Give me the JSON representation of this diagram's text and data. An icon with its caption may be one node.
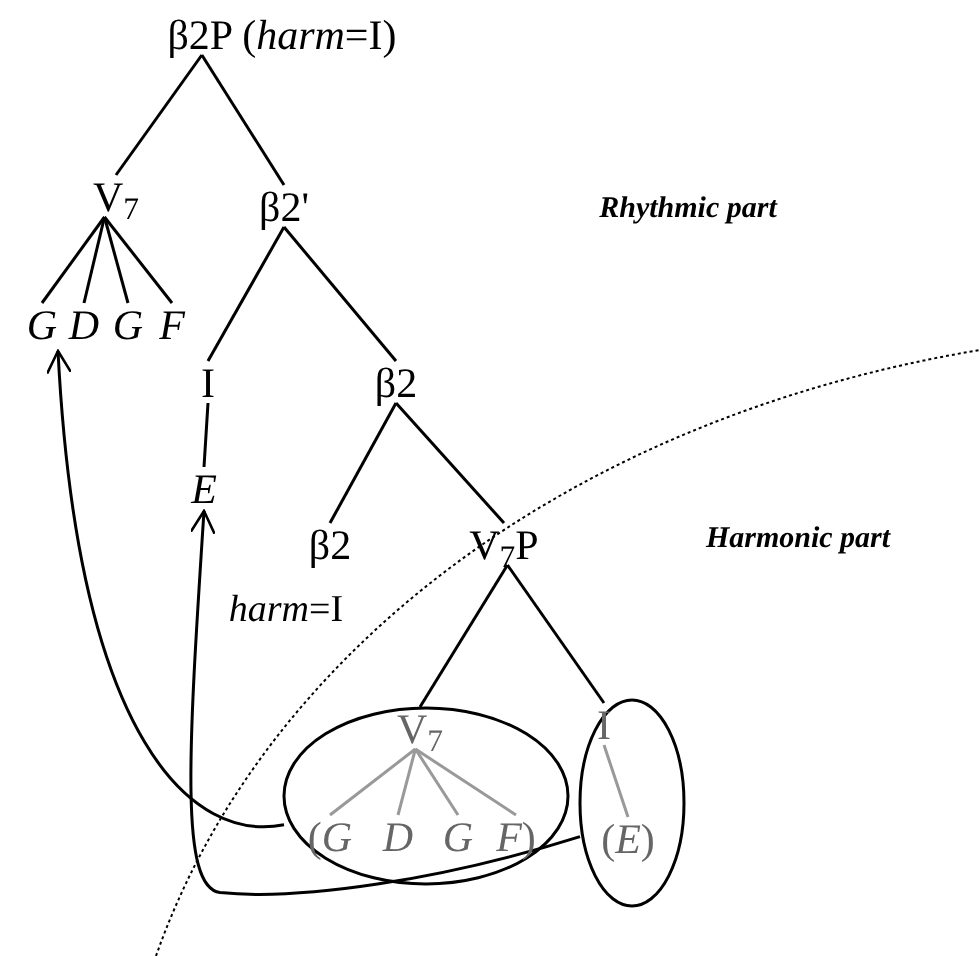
{
  "diagram": {
    "nodes": [
      {
        "text": [
          "β2P (*harm*=I)"
        ]
      },
      {
        "text": [
          "V$_{7}$"
        ]
      },
      {
        "text": [
          "β2'"
        ]
      },
      {
        "text": [
          "G"
        ]
      },
      {
        "text": [
          "D"
        ]
      },
      {
        "text": [
          "G"
        ]
      },
      {
        "text": [
          "F"
        ]
      },
      {
        "text": [
          "I"
        ]
      },
      {
        "text": [
          "β2"
        ]
      },
      {
        "text": [
          "E"
        ]
      },
      {
        "text": [
          "β2"
        ],
        "beside": [
          "*harm*=I"
        ]
      },
      {
        "text": [
          "V$_{7}$P"
        ]
      },
      {
        "text": [],
        "shape": "ellipse"
      },
      {
        "text": [
          "V$_{7}$"
        ],
        "in": 12
      },
      {
        "text": [
          "(*G*"
        ],
        "in": 12
      },
      {
        "text": [
          "D"
        ],
        "in": 12
      },
      {
        "text": [
          "G"
        ],
        "in": 12
      },
      {
        "text": [
          "*F*)"
        ],
        "in": 12
      },
      {
        "text": [],
        "shape": "ellipse"
      },
      {
        "text": [
          "I"
        ],
        "in": 18
      },
      {
        "text": [
          "(*E*)"
        ],
        "in": 18
      }
    ],
    "edges": [
      {
        "from": 0,
        "to": 1,
        "arrow": "none"
      },
      {
        "from": 0,
        "to": 2,
        "arrow": "none"
      },
      {
        "from": 1,
        "to": 3,
        "arrow": "none"
      },
      {
        "from": 1,
        "to": 4,
        "arrow": "none"
      },
      {
        "from": 1,
        "to": 5,
        "arrow": "none"
      },
      {
        "from": 1,
        "to": 6,
        "arrow": "none"
      },
      {
        "from": 2,
        "to": 7,
        "arrow": "none"
      },
      {
        "from": 2,
        "to": 8,
        "arrow": "none"
      },
      {
        "from": 7,
        "to": 9,
        "arrow": "none"
      },
      {
        "from": 8,
        "to": 10,
        "arrow": "none"
      },
      {
        "from": 8,
        "to": 11,
        "arrow": "none"
      },
      {
        "from": 11,
        "to": 13,
        "arrow": "none"
      },
      {
        "from": 11,
        "to": 19,
        "arrow": "none"
      },
      {
        "from": 13,
        "to": 14,
        "arrow": "none",
        "color": "#999999"
      },
      {
        "from": 13,
        "to": 15,
        "arrow": "none",
        "color": "#999999"
      },
      {
        "from": 13,
        "to": 16,
        "arrow": "none",
        "color": "#999999"
      },
      {
        "from": 13,
        "to": 17,
        "arrow": "none",
        "color": "#999999"
      },
      {
        "from": 19,
        "to": 20,
        "arrow": "none",
        "color": "#999999"
      },
      {
        "from": 12,
        "to": 3,
        "arrow": "to"
      },
      {
        "from": 18,
        "to": 9,
        "arrow": "to"
      }
    ],
    "labels": [
      "Rhythmic part",
      "Harmonic part"
    ]
  }
}
